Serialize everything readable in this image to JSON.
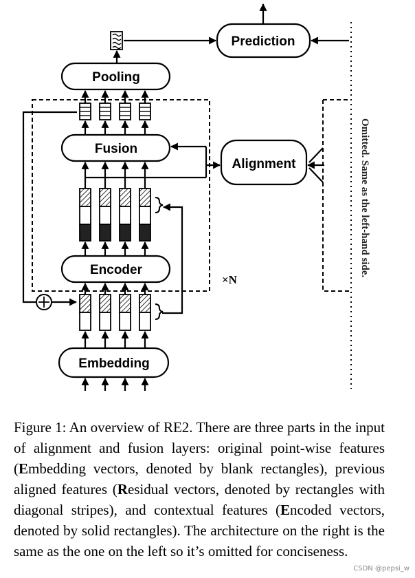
{
  "diagram": {
    "boxes": {
      "prediction": "Prediction",
      "pooling": "Pooling",
      "fusion": "Fusion",
      "alignment": "Alignment",
      "encoder": "Encoder",
      "embedding": "Embedding"
    },
    "repeat_label": "×N",
    "side_note": "Omitted. Same as the left-hand side."
  },
  "caption": {
    "text": "Figure 1: An overview of RE2. There are three parts in the input of alignment and fusion layers: original point-wise features (Embedding vectors, denoted by blank rectangles), previous aligned features (Residual vectors, denoted by rectangles with diagonal stripes), and contextual features (Encoded vectors, denoted by solid rectangles). The architecture on the right is the same as the one on the left so it’s omitted for conciseness."
  },
  "watermark": "CSDN @pepsi_w"
}
